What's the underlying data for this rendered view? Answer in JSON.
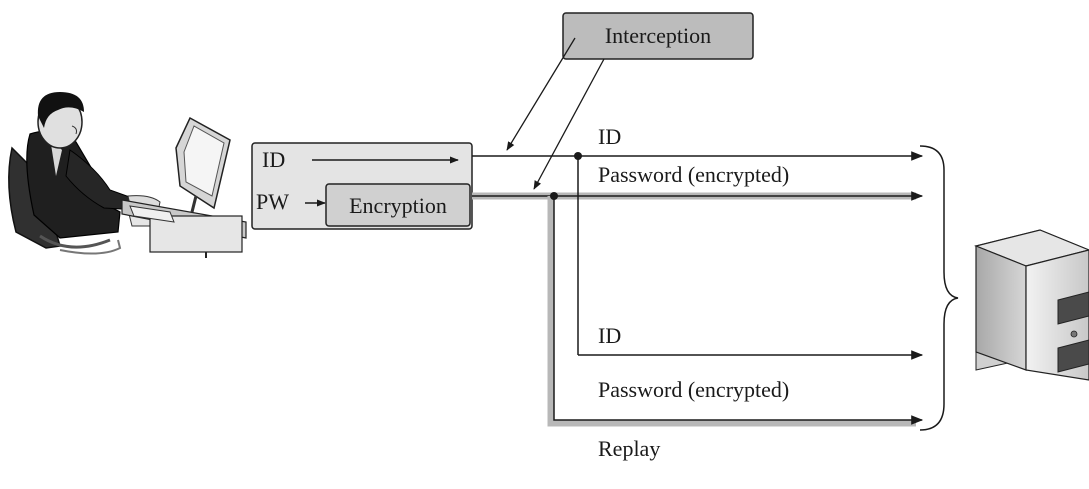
{
  "diagram": {
    "callout": {
      "label": "Interception"
    },
    "client_box": {
      "id_label": "ID",
      "pw_label": "PW",
      "encryption_label": "Encryption"
    },
    "lines": {
      "original_id_label": "ID",
      "original_password_label": "Password (encrypted)",
      "replay_id_label": "ID",
      "replay_password_label": "Password (encrypted)",
      "replay_label": "Replay"
    },
    "icons": [
      "user-at-computer-icon",
      "server-icon"
    ],
    "colors": {
      "box_fill": "#e4e4e4",
      "callout_fill": "#bcbcbc",
      "line": "#1a1a1a",
      "highlight": "#b8b8b8"
    }
  }
}
